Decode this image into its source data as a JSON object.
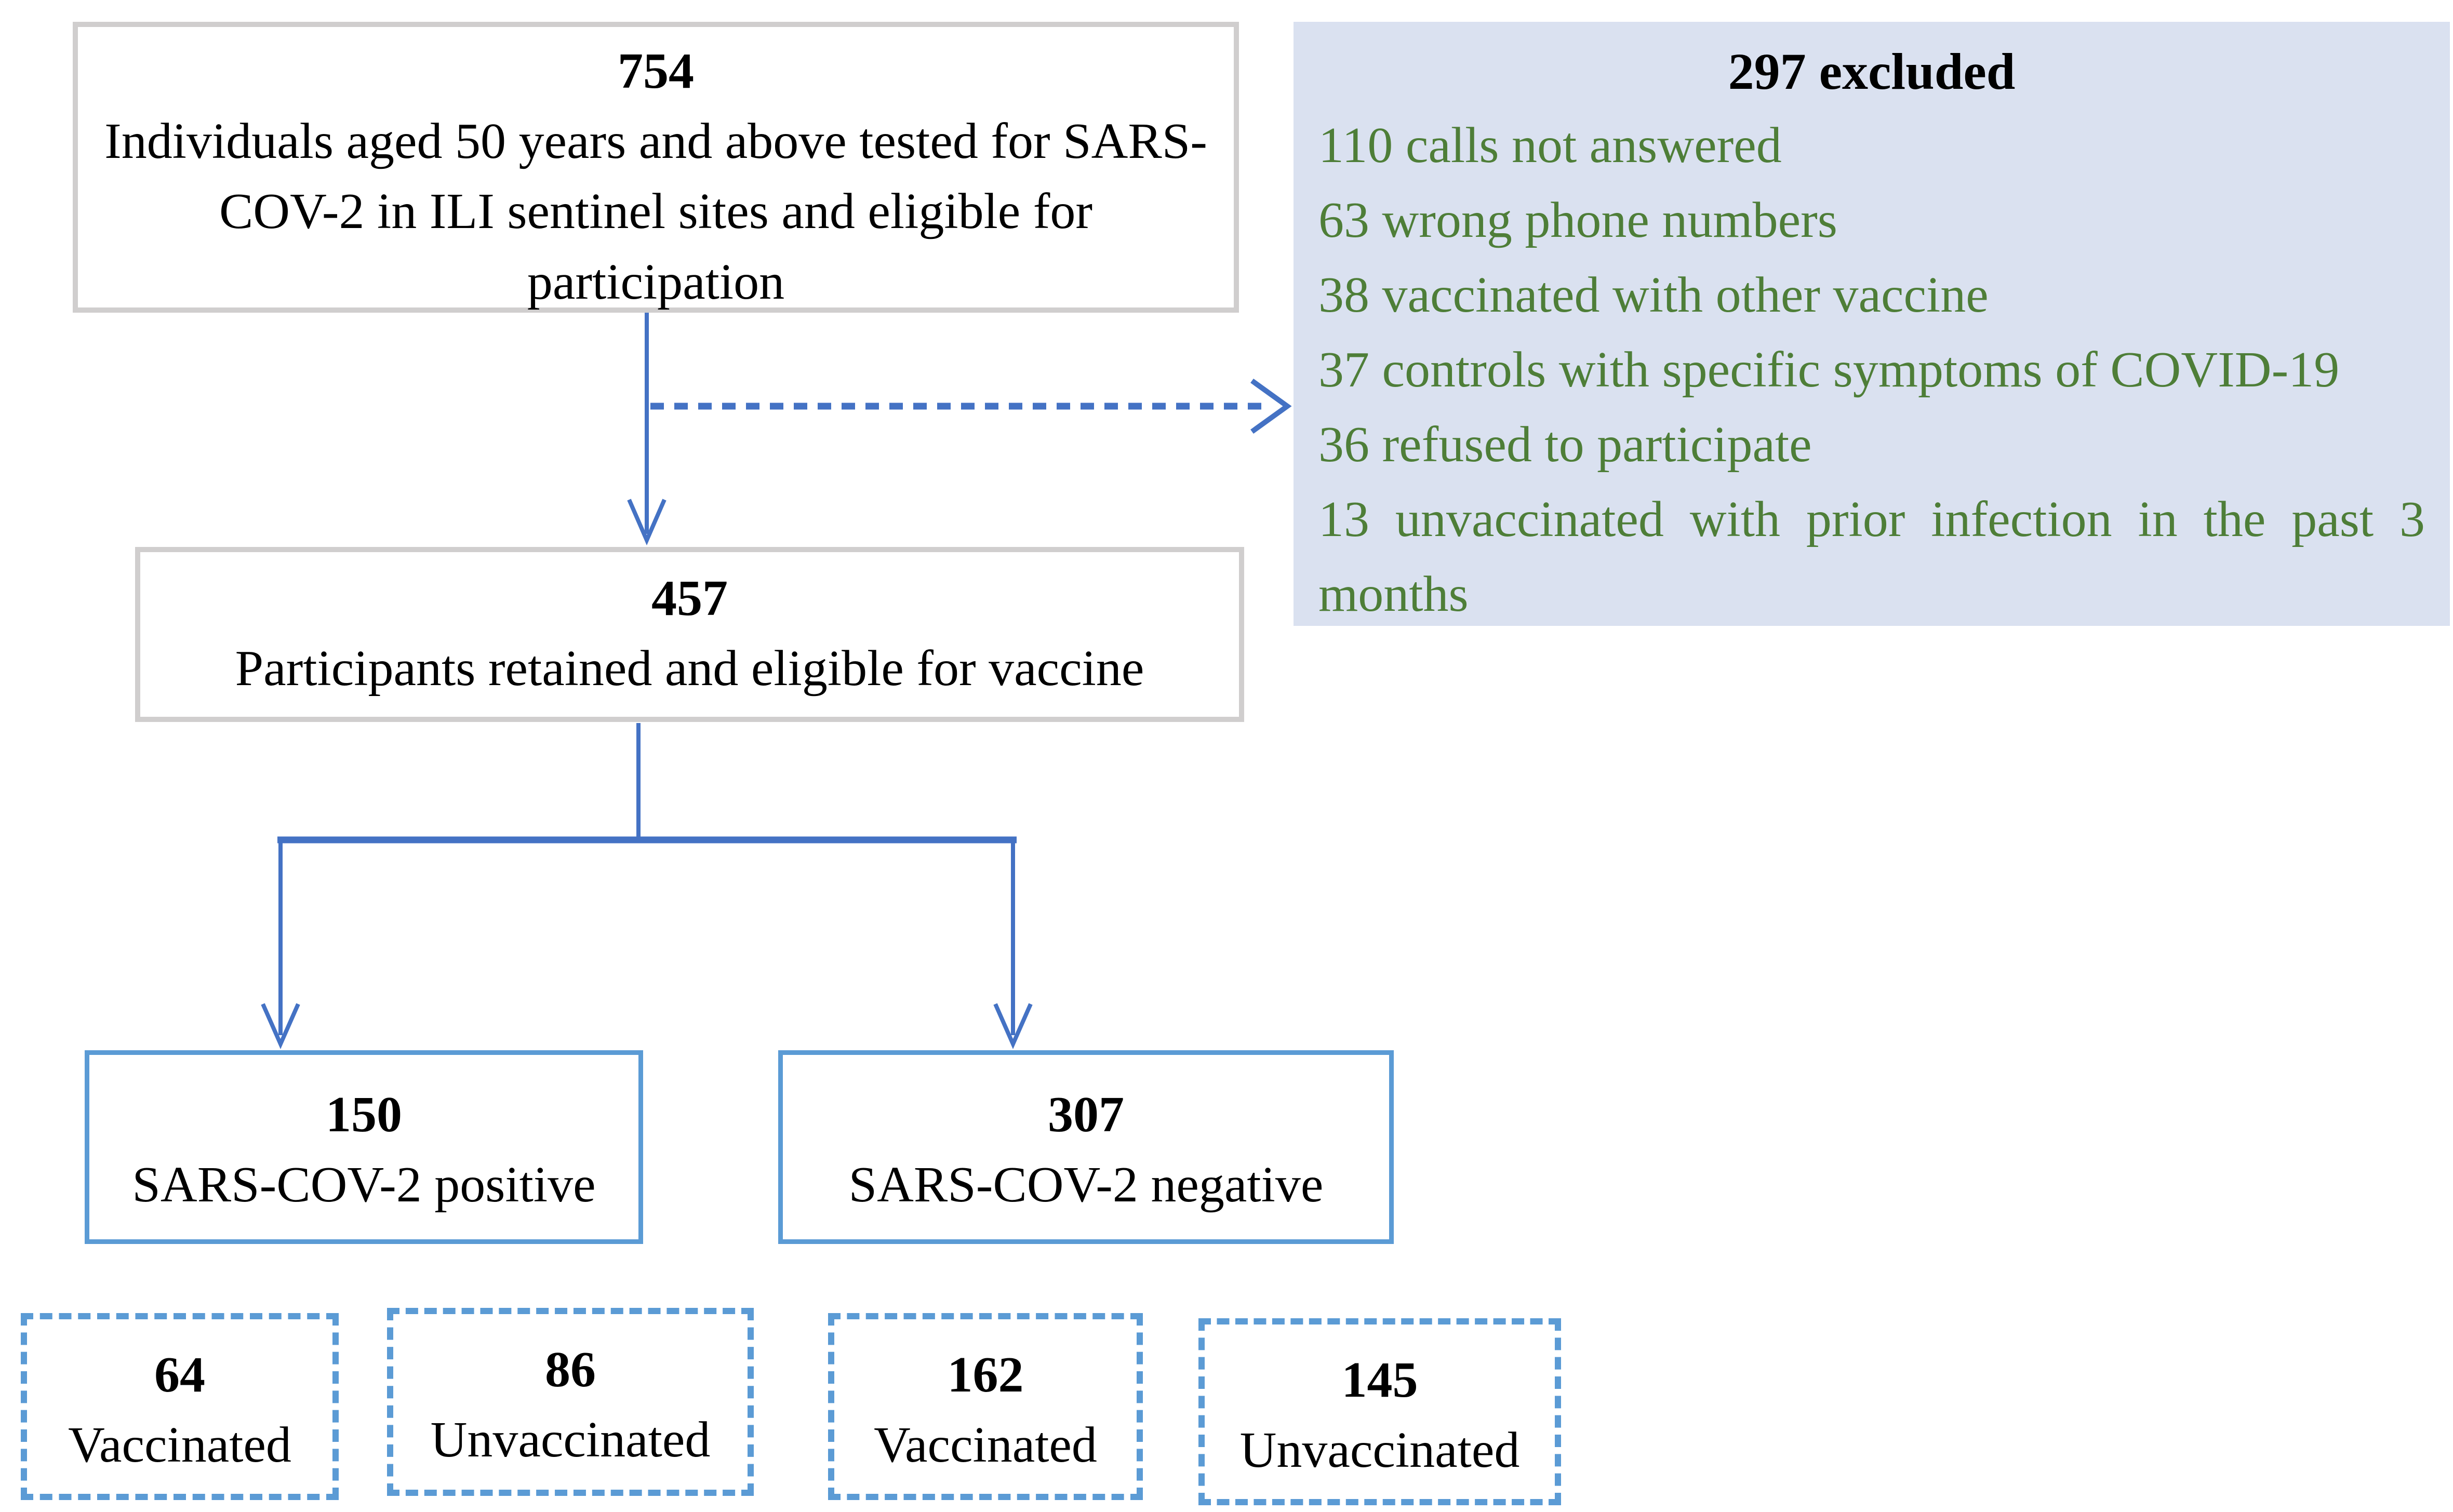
{
  "figure": {
    "top_box": {
      "count": "754",
      "label": "Individuals aged 50 years and above tested for SARS-COV-2 in ILI sentinel sites and eligible for participation"
    },
    "excluded_box": {
      "title": "297 excluded",
      "items": [
        "110 calls not answered",
        "63 wrong phone numbers",
        "38 vaccinated with other vaccine",
        "37 controls with specific symptoms of COVID-19",
        "36 refused to participate",
        "13 unvaccinated with prior infection in the past 3 months"
      ]
    },
    "retained_box": {
      "count": "457",
      "label": "Participants retained and eligible for vaccine"
    },
    "positive_box": {
      "count": "150",
      "label": "SARS-COV-2 positive"
    },
    "negative_box": {
      "count": "307",
      "label": "SARS-COV-2 negative"
    },
    "outcome_boxes": [
      {
        "count": "64",
        "label": "Vaccinated"
      },
      {
        "count": "86",
        "label": "Unvaccinated"
      },
      {
        "count": "162",
        "label": "Vaccinated"
      },
      {
        "count": "145",
        "label": "Unvaccinated"
      }
    ],
    "colors": {
      "connector_blue": "#4472c4",
      "result_border_blue": "#5b9bd5",
      "excluded_bg": "#dae1f0",
      "excluded_item_green": "#4e7e38",
      "box_border_gray": "#d0cece"
    }
  }
}
